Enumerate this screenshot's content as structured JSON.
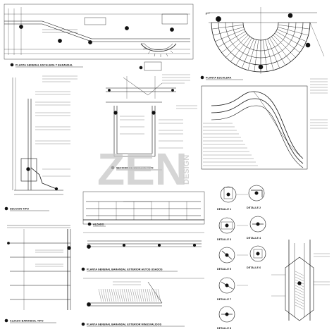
{
  "drawing": {
    "views": [
      {
        "id": "v1",
        "title": "PLANTA GENERAL ESCALERA Y BARANDAL"
      },
      {
        "id": "v2",
        "title": "PLANTA ESCALERA"
      },
      {
        "id": "v3",
        "title": "SECCION DE ESCALON TIPO"
      },
      {
        "id": "v4",
        "title": "SECCION TIPO"
      },
      {
        "id": "v5",
        "title": "ALZADO"
      },
      {
        "id": "v6",
        "title": "PLANTA GENERAL BARANDAL EXTERIOR AUTOS USADOS"
      },
      {
        "id": "v7",
        "title": "ALZADO BARANDAL TIPO"
      },
      {
        "id": "v8",
        "title": "PLANTA GENERAL BARANDAL EXTERIOR MINUSVALIDOS"
      }
    ],
    "detail_labels": [
      "DETALLE 1",
      "DETALLE 2",
      "DETALLE 3",
      "DETALLE 4",
      "DETALLE 5",
      "DETALLE 6",
      "DETALLE 7",
      "DETALLE 8"
    ],
    "watermark": {
      "text": "ZEN",
      "sub": "DESIGN"
    },
    "colors": {
      "ink": "#111111",
      "watermark": "#c8c8c8",
      "paper": "#ffffff"
    }
  }
}
